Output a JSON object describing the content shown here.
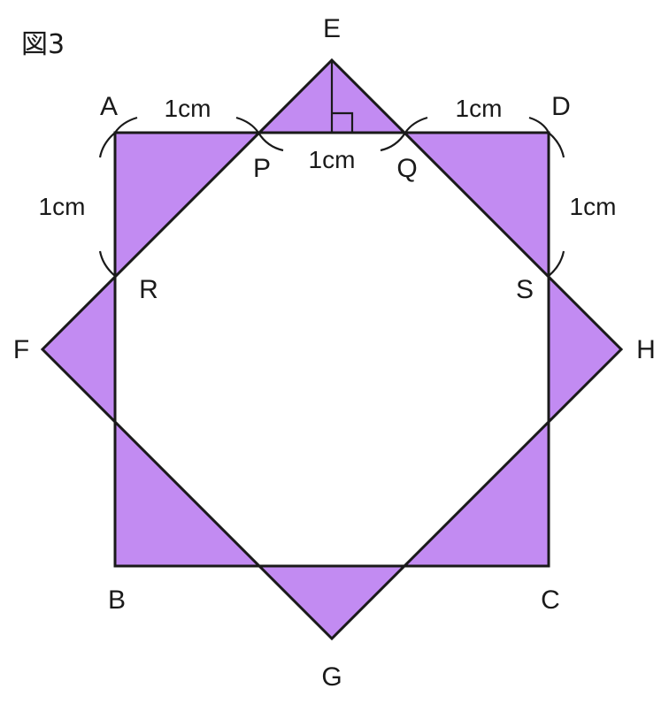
{
  "figure_label": "図3",
  "fill_color": "#c28bf2",
  "line_color": "#1a1a1a",
  "points": {
    "A": "A",
    "B": "B",
    "C": "C",
    "D": "D",
    "E": "E",
    "F": "F",
    "G": "G",
    "H": "H",
    "P": "P",
    "Q": "Q",
    "R": "R",
    "S": "S"
  },
  "lengths": {
    "AP": "1cm",
    "PQ": "1cm",
    "QD": "1cm",
    "AR": "1cm",
    "DS": "1cm"
  },
  "right_angle_mark": "right-angle at foot of perpendicular from E to PQ"
}
